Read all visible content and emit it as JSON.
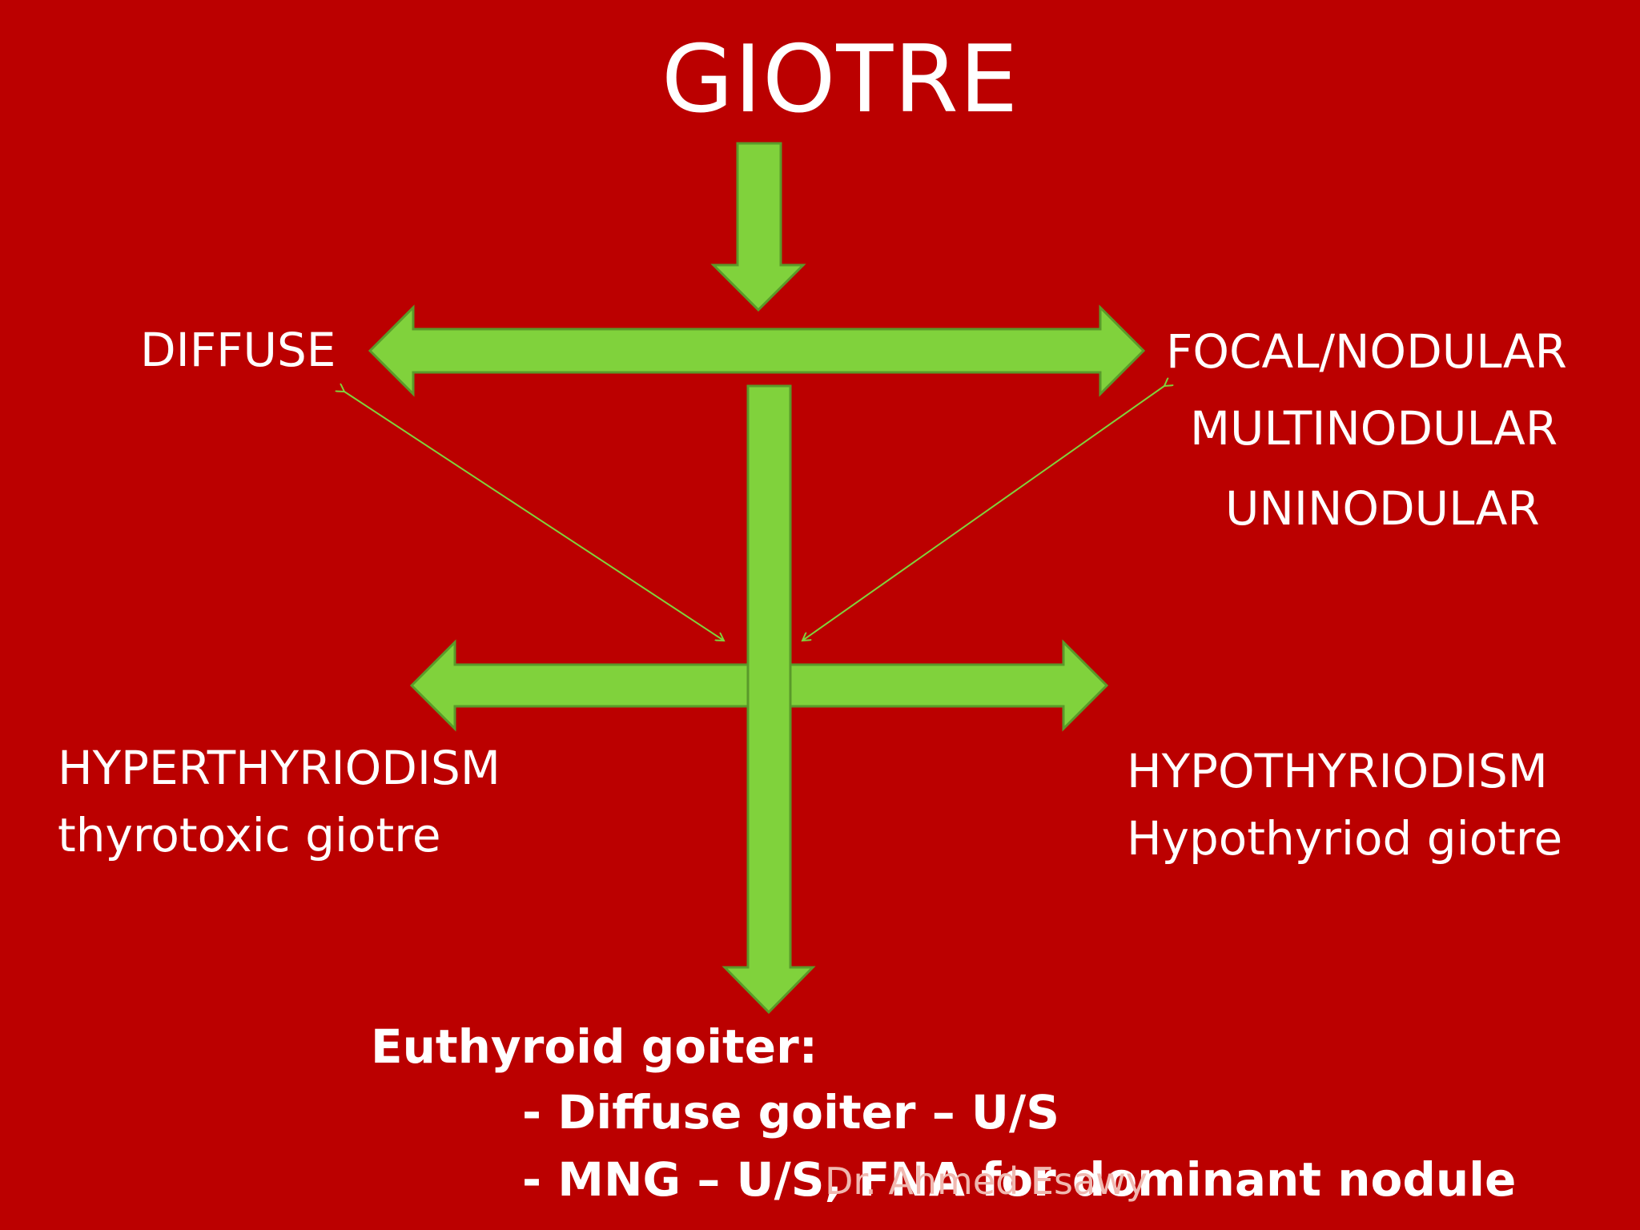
{
  "title": "GIOTRE",
  "categories": {
    "diffuse": "DIFFUSE",
    "focal": "FOCAL/NODULAR",
    "multinodular": "MULTINODULAR",
    "uninodular": "UNINODULAR"
  },
  "function": {
    "hyper_title": "HYPERTHYRIODISM",
    "hyper_sub": "thyrotoxic giotre",
    "hypo_title": "HYPOTHYRIODISM",
    "hypo_sub": "Hypothyriod giotre"
  },
  "euthyroid": {
    "heading": "Euthyroid goiter:",
    "line1": "- Diffuse goiter – U/S",
    "line2": "- MNG – U/S, FNA for dominant nodule"
  },
  "footer": "Dr. Ahmed Esawy",
  "colors": {
    "background": "#bb0000",
    "arrow_fill": "#80d23c",
    "arrow_stroke": "#5a9a2a",
    "text": "#ffffff"
  }
}
